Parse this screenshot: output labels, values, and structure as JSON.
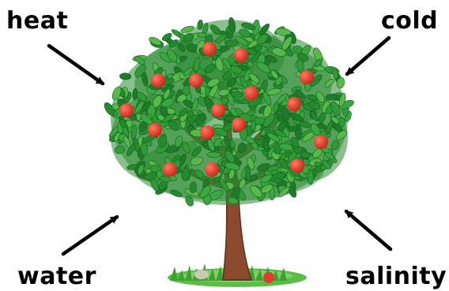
{
  "labels": {
    "heat": "heat",
    "cold": "cold",
    "water": "water",
    "salinity": "salinity"
  },
  "icons": {
    "tree": "apple-tree-illustration",
    "arrow": "arrow-icon"
  },
  "colors": {
    "text": "#000000",
    "arrow": "#000000",
    "trunk": "#8b4a2e",
    "leaf_dark": "#1f7a2a",
    "leaf_mid": "#2f9a36",
    "leaf_light": "#56b94a",
    "apple": "#e23b2c",
    "grass": "#4caf3c",
    "background": "#ffffff"
  }
}
